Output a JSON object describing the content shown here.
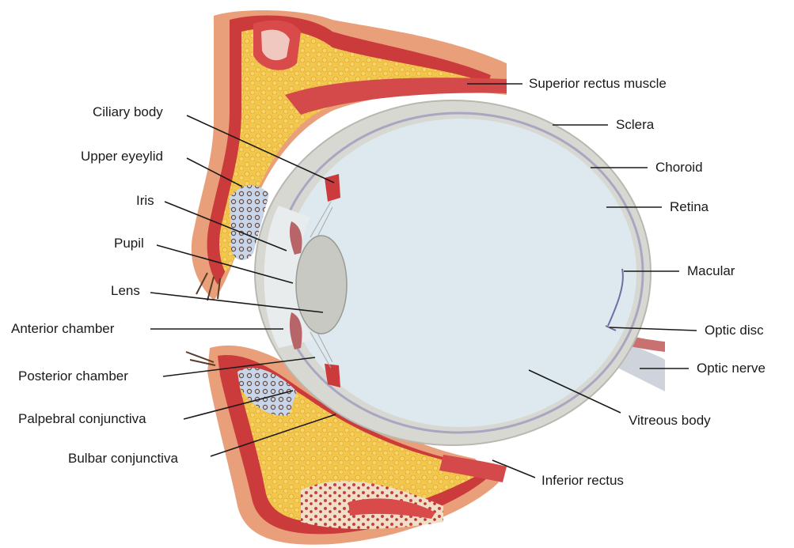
{
  "labels": {
    "superior_rectus": "Superior rectus muscle",
    "sclera": "Sclera",
    "choroid": "Choroid",
    "retina": "Retina",
    "macular": "Macular",
    "optic_disc": "Optic disc",
    "optic_nerve": "Optic nerve",
    "vitreous_body": "Vitreous body",
    "inferior_rectus": "Inferior rectus",
    "ciliary_body": "Ciliary body",
    "upper_eyelid": "Upper eyeylid",
    "iris": "Iris",
    "pupil": "Pupil",
    "lens": "Lens",
    "anterior_chamber": "Anterior chamber",
    "posterior_chamber": "Posterior chamber",
    "palpebral_conjunctiva": "Palpebral conjunctiva",
    "bulbar_conjunctiva": "Bulbar conjunctiva"
  },
  "colors": {
    "vitreous": "#dde9ee",
    "sclera": "#d8d8d2",
    "choroid_line": "#a9a6c2",
    "fat": "#f2c24a",
    "muscle": "#cc3b3b",
    "skin": "#e9a07a",
    "lens": "#c9c9c3",
    "leader_line": "#1a1a1a"
  }
}
